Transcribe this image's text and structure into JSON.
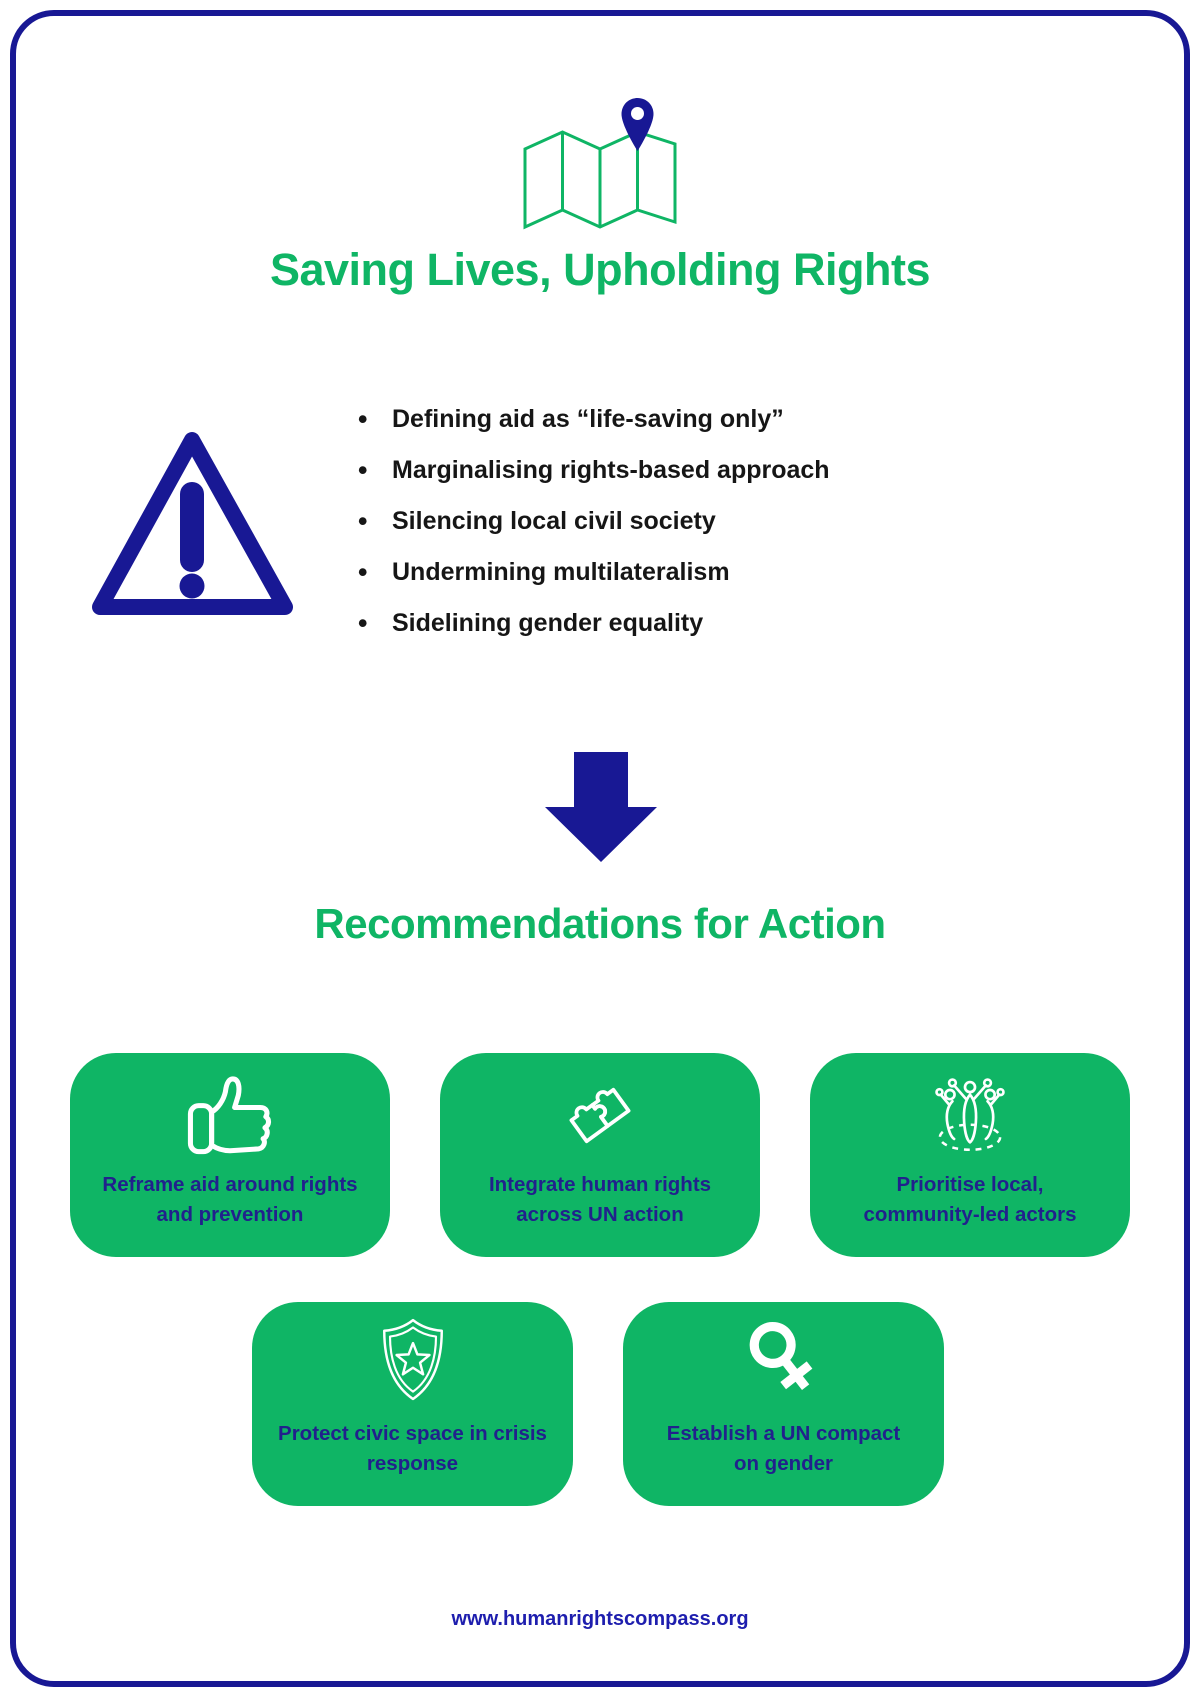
{
  "colors": {
    "green": "#0fb565",
    "navy": "#181894",
    "card_text": "#21218c",
    "footer_text": "#1e1eae",
    "bullet_text": "#161616"
  },
  "header": {
    "map_icon": "map-location-icon",
    "title": "Saving Lives, Upholding Rights"
  },
  "risks": {
    "warning_icon": "warning-triangle-icon",
    "items": [
      "Defining aid as “life-saving only”",
      "Marginalising rights-based approach",
      "Silencing local civil society",
      "Undermining multilateralism",
      "Sidelining gender equality"
    ]
  },
  "flow": {
    "arrow_icon": "down-arrow-icon"
  },
  "recommendations": {
    "title": "Recommendations for Action",
    "cards": [
      {
        "icon": "thumbs-up-icon",
        "label": "Reframe aid around rights\nand prevention"
      },
      {
        "icon": "puzzle-pieces-icon",
        "label": "Integrate human rights\nacross UN action"
      },
      {
        "icon": "community-people-icon",
        "label": "Prioritise local,\ncommunity-led actors"
      },
      {
        "icon": "shield-star-icon",
        "label": "Protect civic space in crisis\nresponse"
      },
      {
        "icon": "female-gender-icon",
        "label": "Establish a UN compact\non gender"
      }
    ]
  },
  "footer": {
    "url": "www.humanrightscompass.org"
  }
}
